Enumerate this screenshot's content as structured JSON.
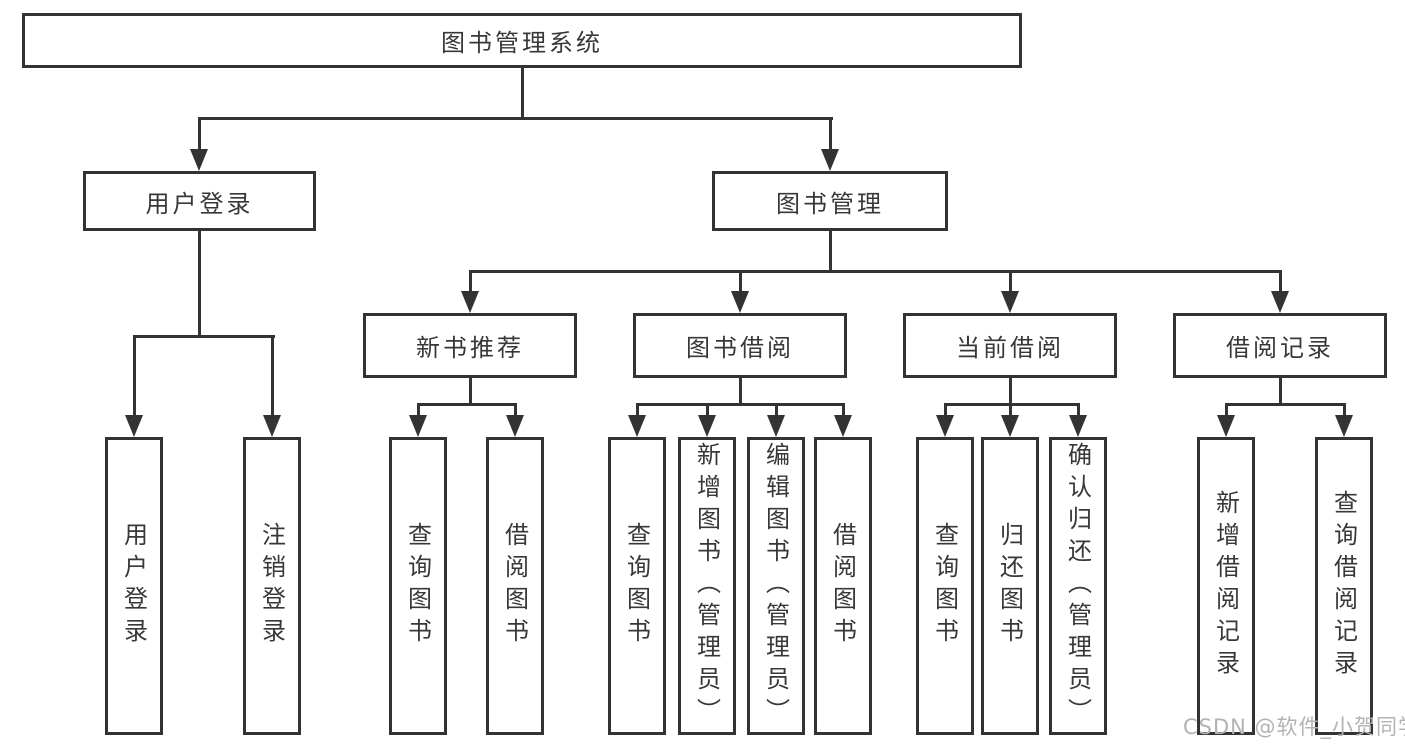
{
  "diagram": {
    "root": {
      "label": "图书管理系统"
    },
    "level2": [
      {
        "label": "用户登录"
      },
      {
        "label": "图书管理"
      }
    ],
    "level3": [
      {
        "label": "新书推荐"
      },
      {
        "label": "图书借阅"
      },
      {
        "label": "当前借阅"
      },
      {
        "label": "借阅记录"
      }
    ],
    "leaves": {
      "user_login": [
        "用户登录",
        "注销登录"
      ],
      "new_book": [
        "查询图书",
        "借阅图书"
      ],
      "book_borrow": [
        "查询图书",
        "新增图书（管理员）",
        "编辑图书（管理员）",
        "借阅图书"
      ],
      "current_borrow": [
        "查询图书",
        "归还图书",
        "确认归还（管理员）"
      ],
      "borrow_record": [
        "新增借阅记录",
        "查询借阅记录"
      ]
    }
  },
  "watermark": {
    "text": "CSDN @软件_小贺同学"
  },
  "colors": {
    "line": "#333333",
    "text": "#383838",
    "background": "#ffffff",
    "watermark": "#b3b3b3"
  }
}
